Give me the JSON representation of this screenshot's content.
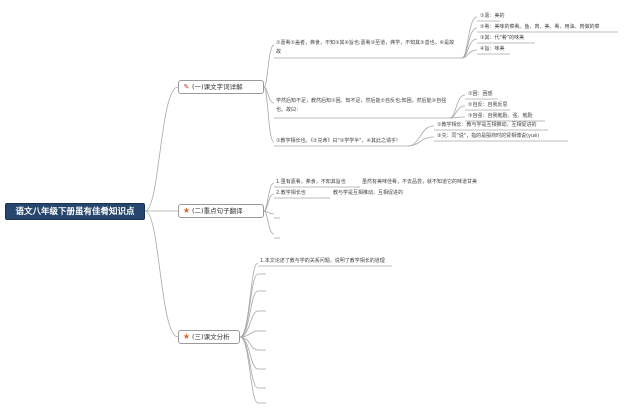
{
  "root": {
    "title": "语文八年级下册虽有佳肴知识点"
  },
  "sections": [
    {
      "label": "(一)课文字词详解",
      "icon": "pencil-icon"
    },
    {
      "label": "(二)重点句子翻译",
      "icon": "star-icon"
    },
    {
      "label": "(三)课文分析",
      "icon": "star-icon"
    }
  ],
  "s1": {
    "n1": "①嘉肴②盖者，弗食，不知③其④旨也;嘉肴③至道，弗学，不知其⑤善也。⑥是故",
    "n1b": "故",
    "n1_sub": [
      "①嘉：美的",
      "②肴：美味的菜肴。鱼、肉、美、肴、用油、肉做的菜",
      "③其：代\"肴\"的味美",
      "④旨：味美"
    ],
    "n2": "学然后知不足，教然后知①困。知不足，然后能②自反也;知困，然后能③自强",
    "n2b": "也。故曰：",
    "n2_sub": [
      "①困：困惑",
      "②自反：自我反思",
      "③自强：自我勉励、强、勉励"
    ],
    "n3": "①教学相长也。《②兑命》曰\"③学学半\"，④其此之谓乎!",
    "n3_sub": [
      "①教学相长：教与学是互相推动、互相促进的",
      "③兑：同\"说\"，指的是殷商时的贤相傅说(yuè)"
    ]
  },
  "s2": {
    "n1": "1.虽有嘉肴，弗食，不知其旨也",
    "n1_tr": "虽然有美味佳肴，不去品尝，就不知道它的味道甘美",
    "n2": "2.教学相长也",
    "n2_tr": "教与学是互相推动、互相促进的"
  },
  "s3": {
    "n1": "1.本文论述了教与学的关系问题，说明了教学相长的道理"
  },
  "colors": {
    "root_bg": "#27466d",
    "line": "#9a9a9a",
    "star": "#e0632e",
    "pencil": "#c8372d"
  }
}
